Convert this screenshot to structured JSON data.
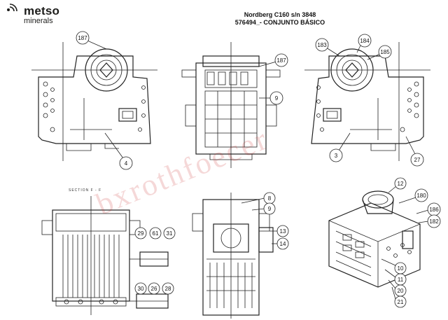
{
  "header": {
    "logo_text": "metso",
    "logo_sub": "minerals",
    "title_line1": "Nordberg C160 s/n 3848",
    "title_line2": "576494_-    CONJUNTO BÁSICO"
  },
  "section_label": "SECTION F - F",
  "watermark": "bxrothfoecer",
  "callouts": {
    "c187a": "187",
    "c187b": "187",
    "c183": "183",
    "c184": "184",
    "c185": "185",
    "c4": "4",
    "c9a": "9",
    "c3": "3",
    "c27": "27",
    "c8": "8",
    "c9b": "9",
    "c13": "13",
    "c14": "14",
    "c29": "29",
    "c61": "61",
    "c31": "31",
    "c30": "30",
    "c26": "26",
    "c28": "28",
    "c12": "12",
    "c180": "180",
    "c186": "186",
    "c182": "182",
    "c10": "10",
    "c11": "11",
    "c20": "20",
    "c21": "21"
  },
  "colors": {
    "line": "#222222",
    "watermark": "#c82828",
    "logo": "#1d1d1b"
  }
}
